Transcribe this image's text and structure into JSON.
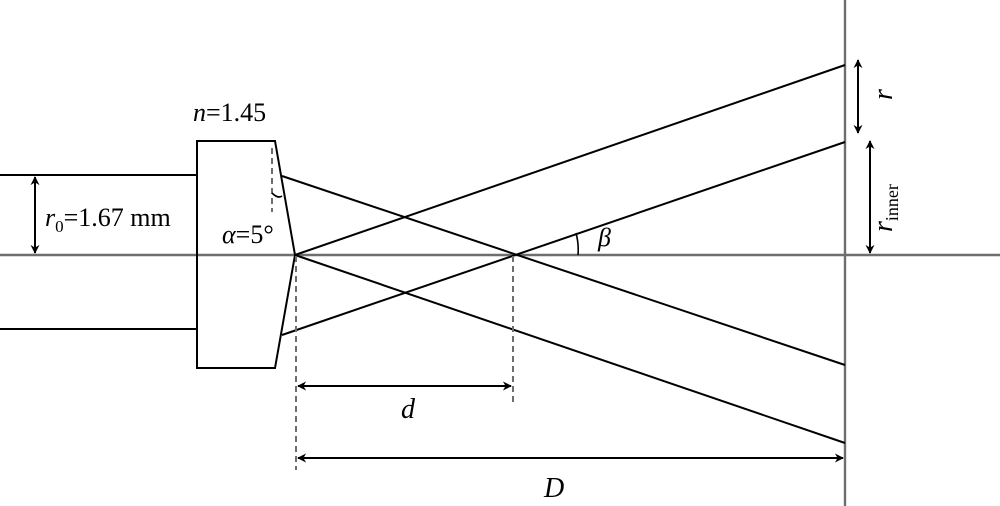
{
  "labels": {
    "n_var": "n",
    "n_val": "=1.45",
    "r0_var": "r",
    "r0_sub": "0",
    "r0_val": "=1.67 mm",
    "alpha_var": "α",
    "alpha_val": "=5°",
    "beta": "β",
    "d": "d",
    "D": "D",
    "r": "r",
    "rinner_var": "r",
    "rinner_sub": "inner"
  }
}
